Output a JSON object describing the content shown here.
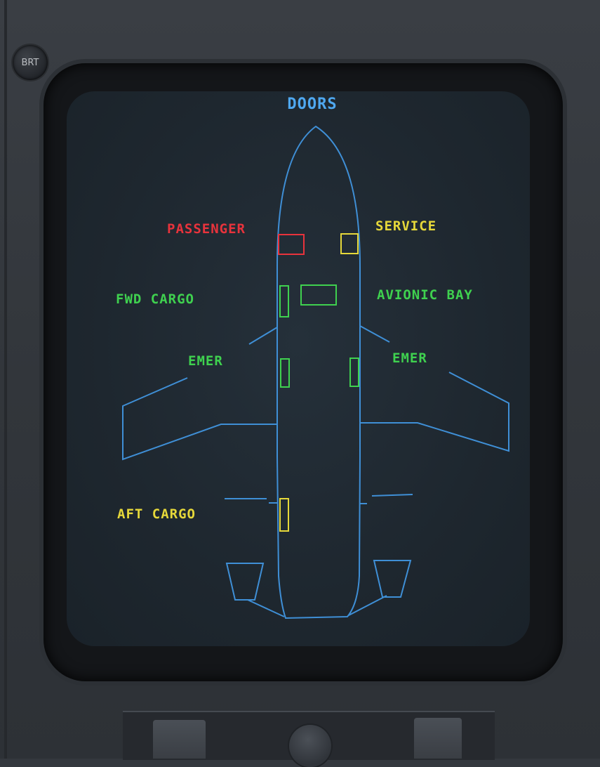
{
  "panel": {
    "brightness_knob_label": "BRT"
  },
  "display": {
    "title": "DOORS",
    "labels": {
      "passenger": "PASSENGER",
      "service": "SERVICE",
      "fwd_cargo": "FWD CARGO",
      "avionic_bay": "AVIONIC BAY",
      "emer_left": "EMER",
      "emer_right": "EMER",
      "aft_cargo": "AFT CARGO"
    },
    "colors": {
      "title": "#4fa8f0",
      "outline": "#3f8fd6",
      "open_red": "#e8333c",
      "caution_yellow": "#e6d83a",
      "closed_green": "#3fd14f"
    },
    "door_status": {
      "passenger": "red",
      "service": "yellow",
      "fwd_cargo": "green",
      "avionic_bay": "green",
      "emer_left": "green",
      "emer_right": "green",
      "aft_cargo": "yellow"
    }
  }
}
